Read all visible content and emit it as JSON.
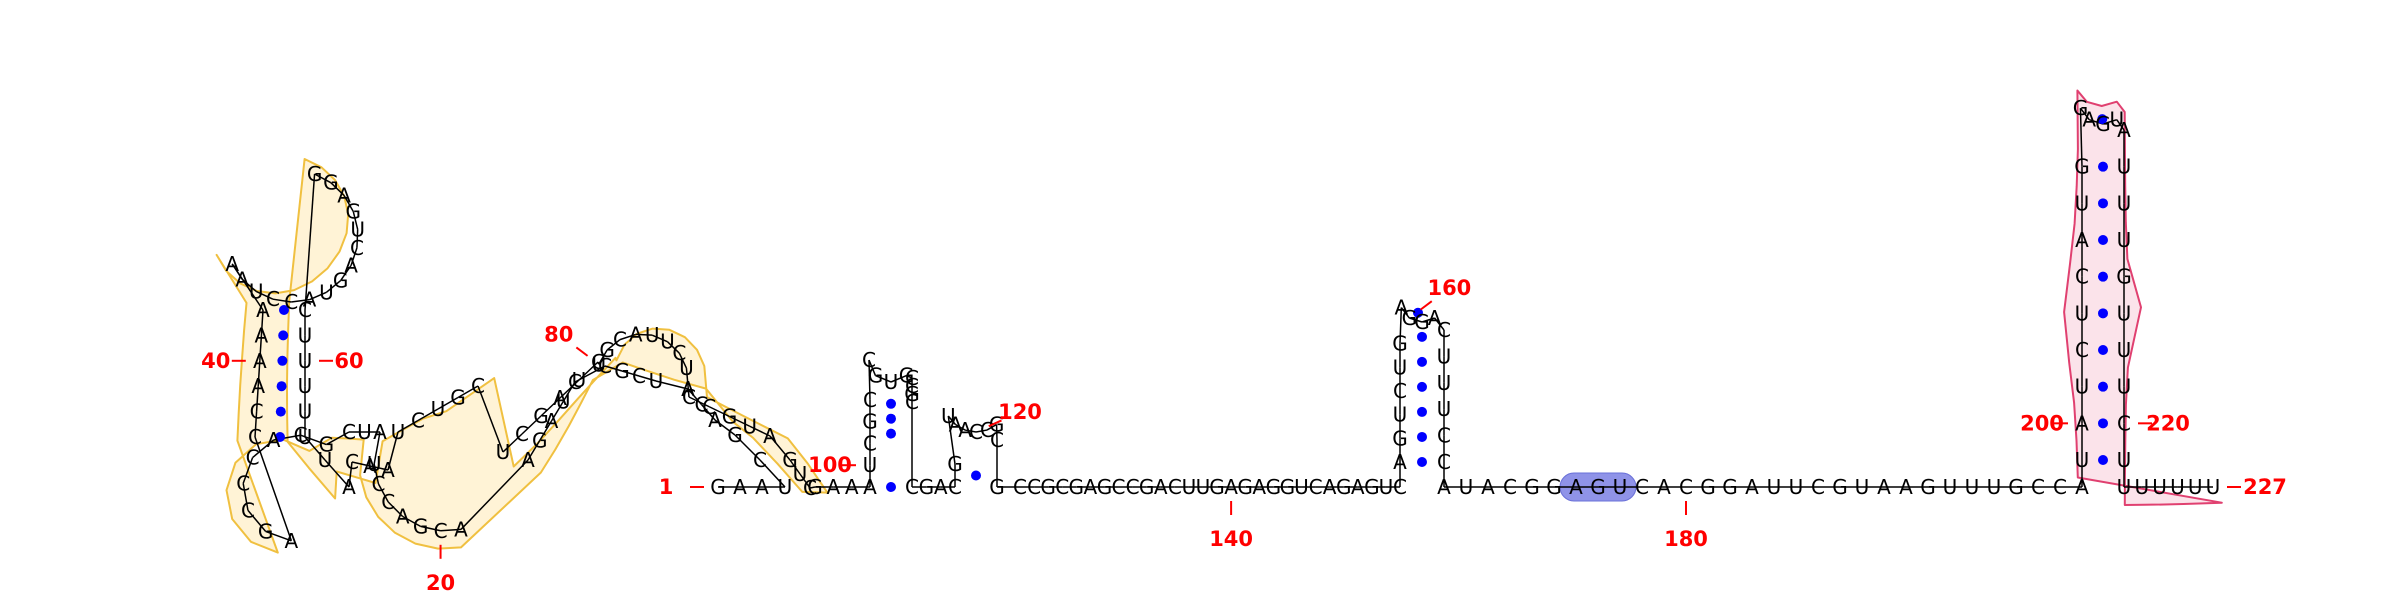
{
  "colors": {
    "nucleotide": "#000000",
    "base_pair": "#0000ff",
    "numbering": "#ff0000",
    "domain1_fill": "#fff3d6",
    "domain1_stroke": "#f0c040",
    "domain2_fill": "#fbe3ea",
    "domain2_stroke": "#e04070",
    "highlight_fill": "#8f93e8",
    "highlight_stroke": "#6a70d8"
  },
  "highlight": {
    "start": 175,
    "end": 177
  },
  "numbering": [
    {
      "label": "1",
      "pos": 1
    },
    {
      "label": "20",
      "pos": 20
    },
    {
      "label": "40",
      "pos": 40
    },
    {
      "label": "60",
      "pos": 60
    },
    {
      "label": "80",
      "pos": 80
    },
    {
      "label": "100",
      "pos": 100
    },
    {
      "label": "120",
      "pos": 120
    },
    {
      "label": "140",
      "pos": 140
    },
    {
      "label": "160",
      "pos": 160
    },
    {
      "label": "180",
      "pos": 180
    },
    {
      "label": "200",
      "pos": 200
    },
    {
      "label": "220",
      "pos": 220
    },
    {
      "label": "227",
      "pos": 227
    }
  ],
  "nucleotides": [
    "G",
    "A",
    "A",
    "U",
    "C",
    "G",
    "A",
    "C",
    "A",
    "U",
    "C",
    "G",
    "C",
    "C",
    "U",
    "A",
    "G",
    "A",
    "A",
    "C",
    "G",
    "A",
    "C",
    "C",
    "U",
    "A",
    "U",
    "C",
    "G",
    "C",
    "A",
    "C",
    "C",
    "C",
    "G",
    "A",
    "C",
    "C",
    "A",
    "A",
    "A",
    "A",
    "A",
    "A",
    "U",
    "C",
    "C",
    "A",
    "U",
    "G",
    "A",
    "C",
    "U",
    "G",
    "A",
    "G",
    "G",
    "C",
    "U",
    "U",
    "U",
    "U",
    "U",
    "U",
    "A",
    "C",
    "A",
    "A",
    "U",
    "C",
    "U",
    "G",
    "C",
    "U",
    "C",
    "G",
    "A",
    "U",
    "C",
    "U",
    "G",
    "C",
    "A",
    "U",
    "U",
    "C",
    "U",
    "C",
    "C",
    "G",
    "U",
    "A",
    "G",
    "U",
    "C",
    "G",
    "A",
    "A",
    "A",
    "U",
    "C",
    "G",
    "C",
    "C",
    "G",
    "U",
    "G",
    "C",
    "C",
    "G",
    "C",
    "C",
    "G",
    "A",
    "C",
    "G",
    "U",
    "A",
    "A",
    "C",
    "C",
    "G",
    "C",
    "G",
    "C",
    "C",
    "G",
    "C",
    "G",
    "A",
    "G",
    "C",
    "C",
    "G",
    "A",
    "C",
    "U",
    "U",
    "G",
    "A",
    "G",
    "A",
    "G",
    "G",
    "U",
    "C",
    "A",
    "G",
    "A",
    "G",
    "U",
    "C",
    "A",
    "G",
    "U",
    "C",
    "U",
    "G",
    "A",
    "G",
    "G",
    "A",
    "C",
    "U",
    "U",
    "U",
    "C",
    "C",
    "A",
    "U",
    "A",
    "C",
    "G",
    "G",
    "A",
    "G",
    "U",
    "C",
    "A",
    "C",
    "G",
    "G",
    "A",
    "U",
    "U",
    "C",
    "G",
    "U",
    "A",
    "A",
    "G",
    "U",
    "U",
    "U",
    "G",
    "C",
    "C",
    "A",
    "U",
    "A",
    "U",
    "C",
    "U",
    "C",
    "A",
    "U",
    "G",
    "G",
    "A",
    "G",
    "U",
    "A",
    "U",
    "U",
    "U",
    "G",
    "U",
    "U",
    "U",
    "C",
    "U",
    "U",
    "U",
    "U",
    "U",
    "U",
    "U"
  ]
}
